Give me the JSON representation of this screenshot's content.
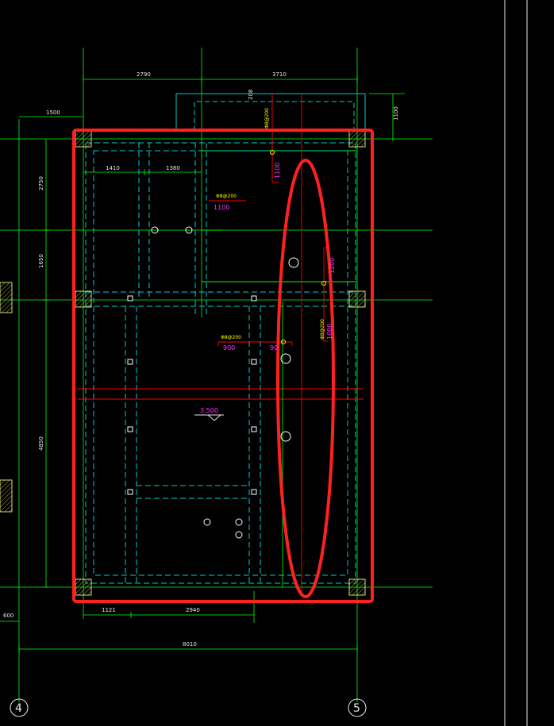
{
  "drawing": {
    "dimensions": {
      "top_left": "2790",
      "top_right": "3710",
      "left_offset": "1500",
      "small_208": "208",
      "top_right_height": "1100",
      "inner_1410": "1410",
      "inner_1380": "1380",
      "left_2750": "2750",
      "left_1650": "1650",
      "left_4850": "4850",
      "bottom_1121": "1121",
      "bottom_2940": "2940",
      "bottom_600": "600",
      "overall_8010": "8010"
    },
    "annotations": {
      "opening_1100_a": "1100",
      "opening_1100_b": "1100",
      "opening_900_a": "900",
      "opening_900_b": "90",
      "opening_v_1200": "1200",
      "opening_v_1000": "1000",
      "elevation": "3.500",
      "rebar_1": "Φ8@200",
      "rebar_2": "Φ8@200",
      "rebar_3": "Φ8@200",
      "rebar_4": "Φ8@200"
    },
    "axes": {
      "axis_4": "4",
      "axis_5": "5"
    },
    "colors": {
      "background": "#000000",
      "dim_line": "#00ff00",
      "wall_dash": "#00cccc",
      "highlight": "#ff2020",
      "section_line": "#ff0000",
      "text_magenta": "#ff33ff",
      "text_yellow": "#ffff00",
      "column_fill": "#c8c860"
    }
  }
}
